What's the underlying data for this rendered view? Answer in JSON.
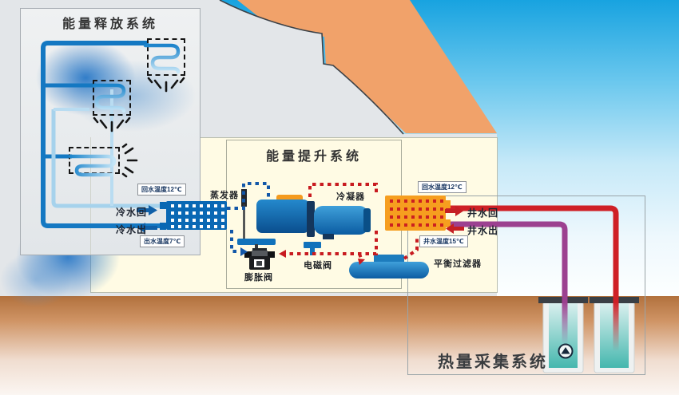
{
  "systems": {
    "energy_release": "能量释放系统",
    "energy_lift": "能量提升系统",
    "heat_collection": "热量采集系统"
  },
  "components": {
    "evaporator": "蒸发器",
    "condenser": "冷凝器",
    "solenoid_valve": "电磁阀",
    "expansion_valve": "膨胀阀",
    "balance_filter": "平衡过滤器"
  },
  "temperature_labels": {
    "chilled_return": "回水温度12℃",
    "chilled_supply": "出水温度7℃",
    "well_return": "回水温度12℃",
    "well_supply": "井水温度15℃"
  },
  "flow_labels": {
    "chilled_water_in": "冷水回",
    "chilled_water_out": "冷水出",
    "well_water_in": "井水回",
    "well_water_out": "井水出"
  },
  "colors": {
    "sky_top": "#18a3e0",
    "ground_top": "#b87a46",
    "roof_orange": "#f1a26a",
    "building_gray": "#e3e6e9",
    "chilled_supply_pipe": "#1478c2",
    "chilled_return_pipe": "#a6d2ec",
    "well_return_pipe": "#cf2026",
    "well_supply_pipe": "#9c4190",
    "refrigerant_cold": "#1257a8",
    "refrigerant_hot": "#c81b20",
    "evaporator_blue": "#0a68b4",
    "condenser_orange": "#f69e1f"
  }
}
